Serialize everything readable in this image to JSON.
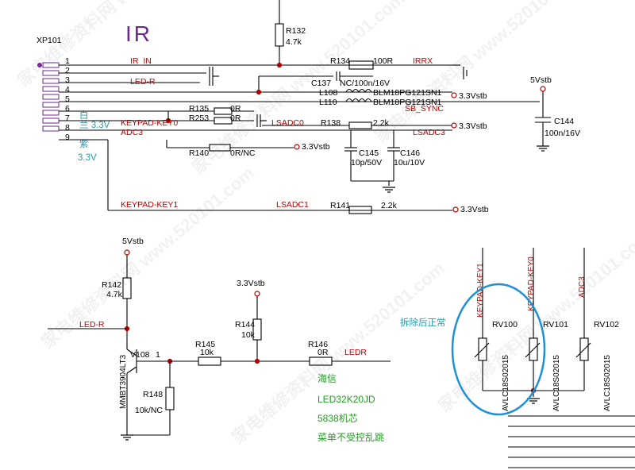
{
  "title": "IR",
  "connector": {
    "ref": "XP101",
    "pins": [
      "1",
      "2",
      "3",
      "4",
      "5",
      "6",
      "7",
      "8",
      "9"
    ],
    "pin6_note": "白",
    "pin7_note": "兰 3.3V",
    "pin9_note": "紫",
    "pin9_voltage": "3.3V"
  },
  "nets": {
    "ir_in": "IR_IN",
    "led_r": "LED-R",
    "keypad_key0": "KEYPAD-KEY0",
    "adc3": "ADC3",
    "keypad_key1": "KEYPAD-KEY1",
    "irrx": "IRRX",
    "sb_sync": "SB_SYNC",
    "lsadc0": "LSADC0",
    "lsadc3": "LSADC3",
    "lsadc1": "LSADC1",
    "ledr": "LEDR"
  },
  "power": {
    "v5": "5Vstb",
    "v33": "3.3Vstb"
  },
  "components": {
    "R132": {
      "ref": "R132",
      "value": "4.7k"
    },
    "R134": {
      "ref": "R134",
      "value": "100R"
    },
    "C137": {
      "ref": "C137",
      "value": "NC/100n/16V"
    },
    "L108": {
      "ref": "L108",
      "value": "BLM18PG121SN1"
    },
    "L110": {
      "ref": "L110",
      "value": "BLM18PG121SN1"
    },
    "R135": {
      "ref": "R135",
      "value": "0R"
    },
    "R253": {
      "ref": "R253",
      "value": "0R"
    },
    "R138": {
      "ref": "R138",
      "value": "2.2k"
    },
    "R140": {
      "ref": "R140",
      "value": "0R/NC"
    },
    "C145": {
      "ref": "C145",
      "value": "10p/50V"
    },
    "C146": {
      "ref": "C146",
      "value": "10u/10V"
    },
    "C144": {
      "ref": "C144",
      "value": "100n/16V"
    },
    "R141": {
      "ref": "R141",
      "value": "2.2k"
    },
    "R142": {
      "ref": "R142",
      "value": "4.7k"
    },
    "V108": {
      "ref": "V108",
      "pin": "1",
      "part": "MMBT3904LT3"
    },
    "R148": {
      "ref": "R148",
      "value": "10k/NC"
    },
    "R145": {
      "ref": "R145",
      "value": "10k"
    },
    "R144": {
      "ref": "R144",
      "value": "10k"
    },
    "R146": {
      "ref": "R146",
      "value": "0R"
    },
    "RV100": {
      "ref": "RV100",
      "part": "AVLC18S02015"
    },
    "RV101": {
      "ref": "RV101",
      "part": "AVLC18S02015"
    },
    "RV102": {
      "ref": "RV102",
      "part": "AVLC18S02015"
    }
  },
  "annotations": {
    "removed_ok": "拆除后正常",
    "brand": "海信",
    "model": "LED32K20JD",
    "chassis": "5838机芯",
    "symptom": "菜单不受控乱跳"
  },
  "watermark": "家电维修资料网  www.520101.com",
  "colors": {
    "wire": "#000000",
    "net_label": "#c00000",
    "connector": "#6a2a8a",
    "note_blue": "#2a9cab",
    "note_green": "#22a022",
    "circle": "#1e90d8"
  }
}
